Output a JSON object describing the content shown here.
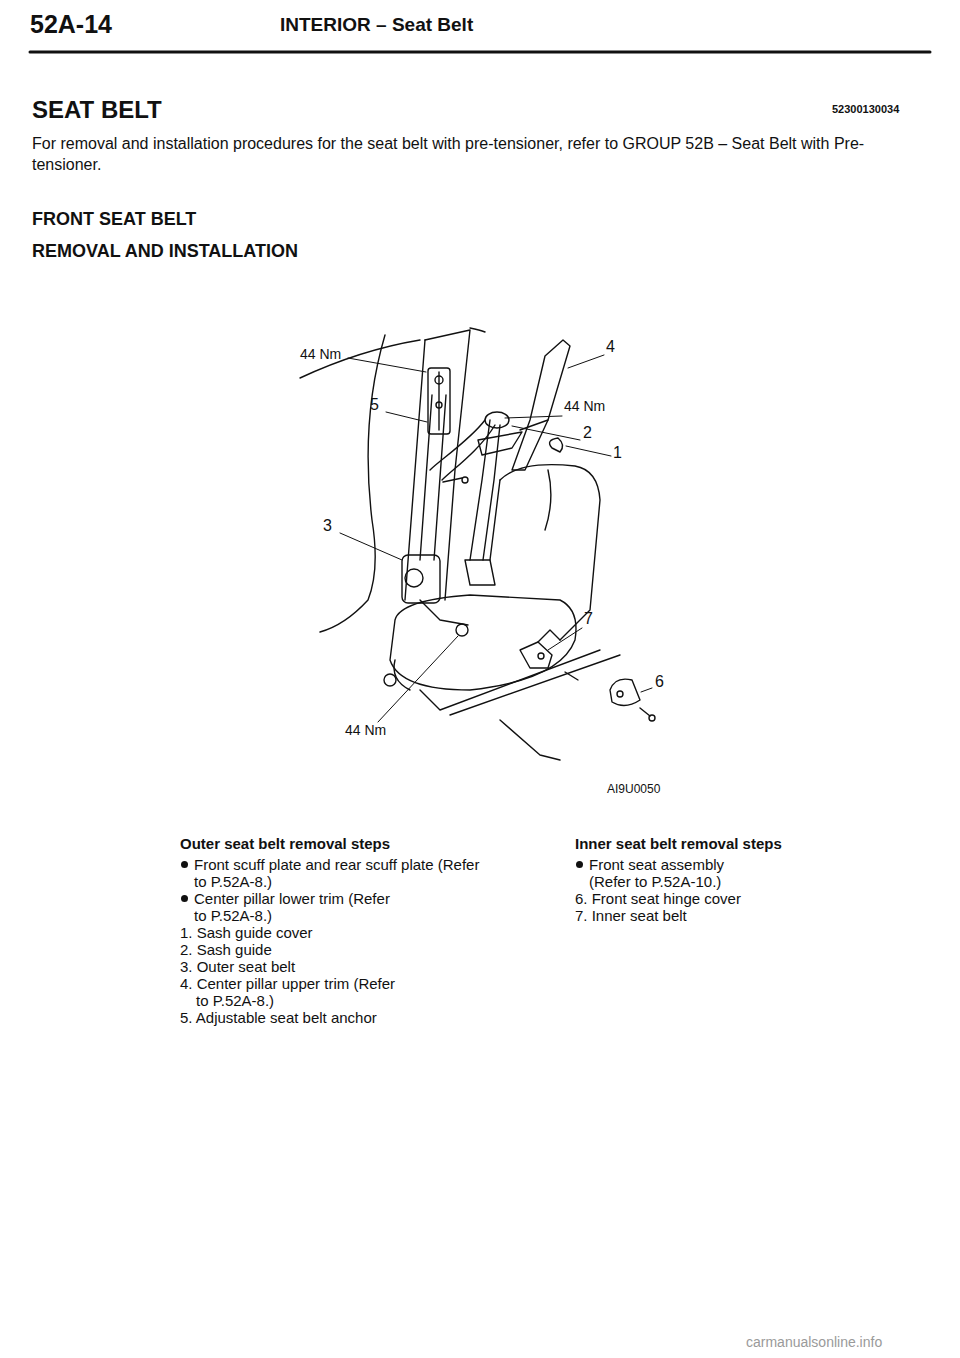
{
  "diagram": {
    "title": "SEAT BELT",
    "labels": [
      "52A-14",
      "INTERIOR – Seat Belt",
      "52300130034",
      "For removal and installation procedures for the seat belt with pre-tensioner, refer to GROUP 52B – Seat Belt with Pre-tensioner.",
      "FRONT SEAT BELT",
      "REMOVAL AND INSTALLATION",
      "44 Nm",
      "4",
      "5",
      "44 Nm",
      "2",
      "1",
      "3",
      "7",
      "6",
      "44 Nm",
      "AI9U0050",
      "Outer seat belt removal steps",
      "Front scuff plate and rear scuff plate (Refer to P.52A-8.)",
      "Center pillar lower trim (Refer to P.52A-8.)",
      "1. Sash guide cover",
      "2. Sash guide",
      "3. Outer seat belt",
      "4. Center pillar upper trim (Refer to P.52A-8.)",
      "5. Adjustable seat belt anchor",
      "Inner seat belt removal steps",
      "Front seat assembly (Refer to P.52A-10.)",
      "6. Front seat hinge cover",
      "7. Inner seat belt",
      "carmanualsonline.info"
    ]
  }
}
